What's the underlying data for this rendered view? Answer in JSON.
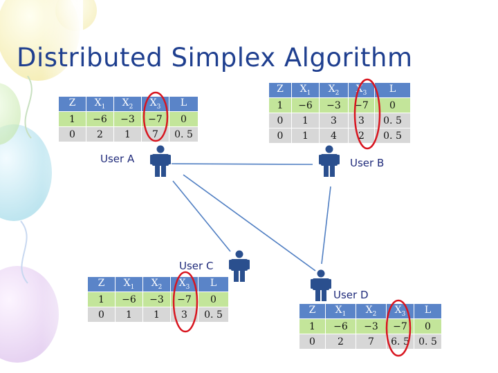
{
  "title": "Distributed Simplex Algorithm",
  "colors": {
    "title": "#1f3f8f",
    "header": "#5a84c8",
    "row_green": "#c3e59a",
    "row_gray": "#d7d7d7",
    "highlight": "#d8141e",
    "link": "#4f7ec2",
    "person": "#2a4f8e"
  },
  "icon": "person-icon",
  "users": {
    "a": {
      "label": "User A"
    },
    "b": {
      "label": "User B"
    },
    "c": {
      "label": "User C"
    },
    "d": {
      "label": "User D"
    }
  },
  "tables": {
    "a": {
      "headers": [
        [
          "Z",
          ""
        ],
        [
          "X",
          "1"
        ],
        [
          "X",
          "2"
        ],
        [
          "X",
          "3"
        ],
        [
          "L",
          ""
        ]
      ],
      "rows": [
        [
          "1",
          "−6",
          "−3",
          "−7",
          "0"
        ],
        [
          "0",
          "2",
          "1",
          "7",
          "0. 5"
        ]
      ]
    },
    "b": {
      "headers": [
        [
          "Z",
          ""
        ],
        [
          "X",
          "1"
        ],
        [
          "X",
          "2"
        ],
        [
          "X",
          "3"
        ],
        [
          "L",
          ""
        ]
      ],
      "rows": [
        [
          "1",
          "−6",
          "−3",
          "−7",
          "0"
        ],
        [
          "0",
          "1",
          "3",
          "3",
          "0. 5"
        ],
        [
          "0",
          "1",
          "4",
          "2",
          "0. 5"
        ]
      ]
    },
    "c": {
      "headers": [
        [
          "Z",
          ""
        ],
        [
          "X",
          "1"
        ],
        [
          "X",
          "2"
        ],
        [
          "X",
          "3"
        ],
        [
          "L",
          ""
        ]
      ],
      "rows": [
        [
          "1",
          "−6",
          "−3",
          "−7",
          "0"
        ],
        [
          "0",
          "1",
          "1",
          "3",
          "0. 5"
        ]
      ]
    },
    "d": {
      "headers": [
        [
          "Z",
          ""
        ],
        [
          "X",
          "1"
        ],
        [
          "X",
          "2"
        ],
        [
          "X",
          "3"
        ],
        [
          "L",
          ""
        ]
      ],
      "rows": [
        [
          "1",
          "−6",
          "−3",
          "−7",
          "0"
        ],
        [
          "0",
          "2",
          "7",
          "6. 5",
          "0. 5"
        ]
      ]
    }
  }
}
